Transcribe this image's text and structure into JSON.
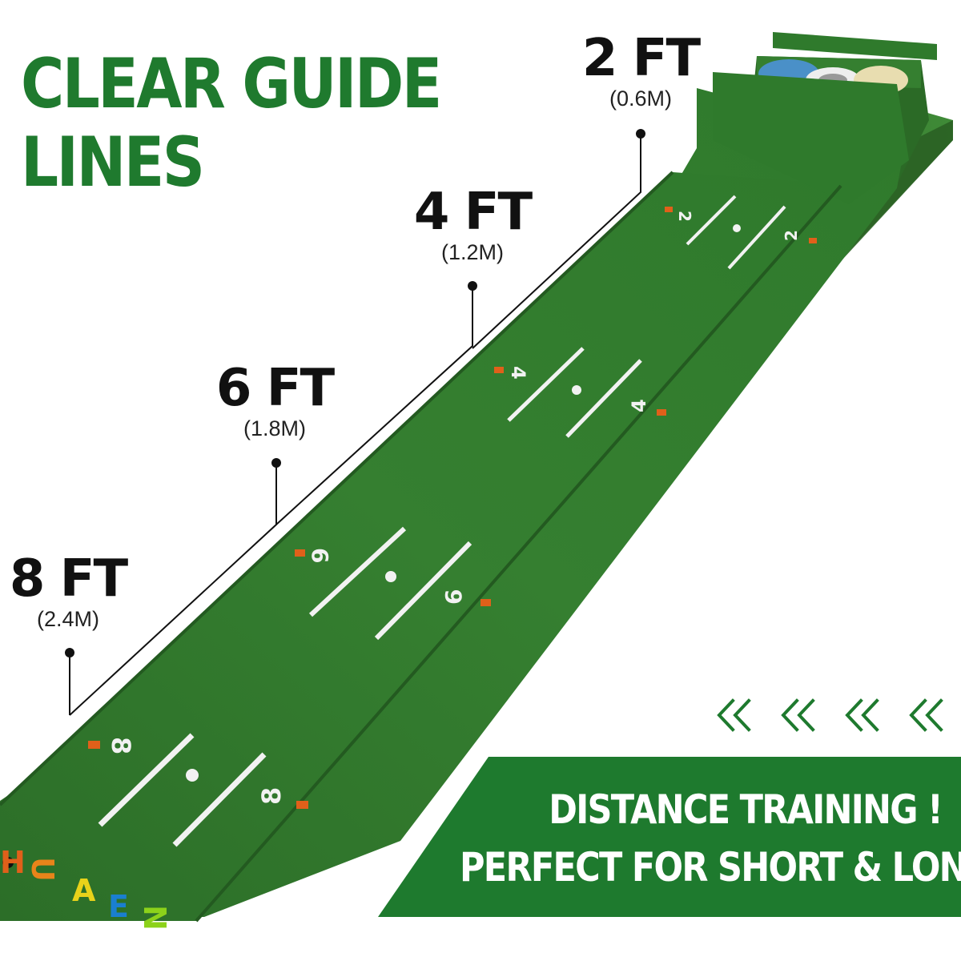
{
  "headline": {
    "line1": "CLEAR GUIDE",
    "line2": "LINES"
  },
  "distances": [
    {
      "feet": "2 FT",
      "meters": "(0.6M)"
    },
    {
      "feet": "4 FT",
      "meters": "(1.2M)"
    },
    {
      "feet": "6 FT",
      "meters": "(1.8M)"
    },
    {
      "feet": "8 FT",
      "meters": "(2.4M)"
    }
  ],
  "mat_markings": [
    "2",
    "4",
    "6",
    "8"
  ],
  "brand_letters": [
    "H",
    "U",
    "A",
    "E",
    "N"
  ],
  "banner": {
    "line1": "DISTANCE TRAINING !",
    "line2": "PERFECT FOR SHORT & LONG"
  },
  "chevron_icons": [
    "double-chevron-left-icon",
    "double-chevron-left-icon",
    "double-chevron-left-icon",
    "double-chevron-left-icon"
  ],
  "colors": {
    "headline_green": "#1f7a2e",
    "mat_green": "#2f7a2d",
    "banner_green": "#1e7a2e",
    "marker_orange": "#e0601a",
    "text_dark": "#111111"
  }
}
